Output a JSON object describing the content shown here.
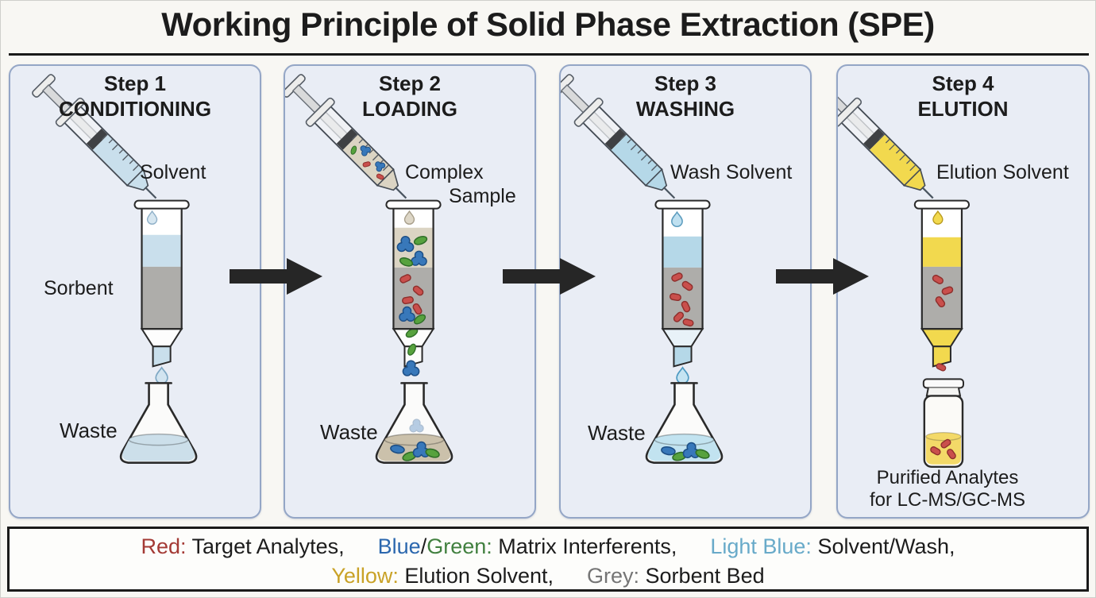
{
  "title": "Working Principle of Solid Phase Extraction (SPE)",
  "colors": {
    "ink": "#1c1c1c",
    "panelBg": "#e9edf5",
    "panelBorder": "#94a6c6",
    "sorbentGrey": "#aeadaa",
    "lightBlue": "#c9dfec",
    "washBlue": "#b5d8e8",
    "sampleTan": "#dbd4c3",
    "tanLiquid": "#cbc1ab",
    "elutionYellow": "#f2d94e",
    "vialYellow": "#f3d968",
    "blueParticle": "#3878ba",
    "blueParticleDark": "#1d4f86",
    "greenParticle": "#57a23e",
    "greenParticleDark": "#2f6e28",
    "redParticle": "#c94f4c",
    "redParticleDark": "#8e2f2c",
    "legendRed": "#a43a35",
    "legendBlue": "#2b67ae",
    "legendGreen": "#41803f",
    "legendLightBlue": "#68aac9",
    "legendYellow": "#c9a227",
    "legendGrey": "#757575",
    "arrowBlack": "#262626"
  },
  "panels": [
    {
      "step": "Step 1",
      "phase": "CONDITIONING",
      "syringe_label": "Solvent",
      "sorbent_label": "Sorbent",
      "receiver_label": "Waste"
    },
    {
      "step": "Step 2",
      "phase": "LOADING",
      "syringe_label_line1": "Complex",
      "syringe_label_line2": "Sample",
      "receiver_label": "Waste"
    },
    {
      "step": "Step 3",
      "phase": "WASHING",
      "syringe_label": "Wash Solvent",
      "receiver_label": "Waste"
    },
    {
      "step": "Step 4",
      "phase": "ELUTION",
      "syringe_label": "Elution Solvent",
      "caption_line1": "Purified Analytes",
      "caption_line2": "for LC-MS/GC-MS"
    }
  ],
  "legend": {
    "line1": {
      "red_key": "Red:",
      "red_text": " Target Analytes,",
      "blue_key": "Blue",
      "slash": "/",
      "green_key": "Green:",
      "green_text": " Matrix Interferents,",
      "lightblue_key": "Light Blue:",
      "lightblue_text": " Solvent/Wash,"
    },
    "line2": {
      "yellow_key": "Yellow:",
      "yellow_text": " Elution Solvent,",
      "grey_key": "Grey:",
      "grey_text": " Sorbent Bed"
    }
  }
}
